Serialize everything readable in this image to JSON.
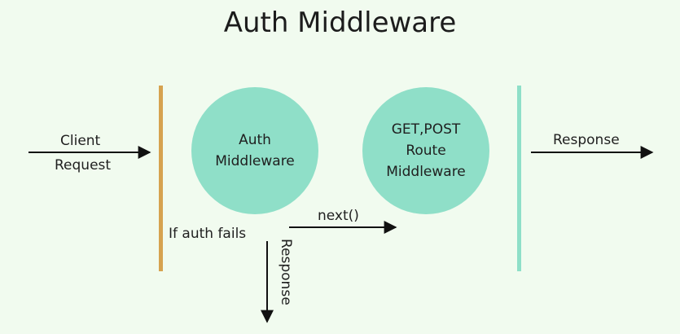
{
  "title": "Auth Middleware",
  "client_request": [
    "Client",
    "Request"
  ],
  "auth_node": [
    "Auth",
    "Middleware"
  ],
  "route_node": [
    "GET,POST",
    "Route",
    "Middleware"
  ],
  "response_right": "Response",
  "response_down": "Response",
  "next_label": "next()",
  "fail_label": "If auth fails",
  "colors": {
    "background": "#f1fbef",
    "node_fill": "#8fdfc8",
    "left_bar": "#d6a24f",
    "right_bar": "#8fdfc8",
    "arrow": "#111111"
  }
}
